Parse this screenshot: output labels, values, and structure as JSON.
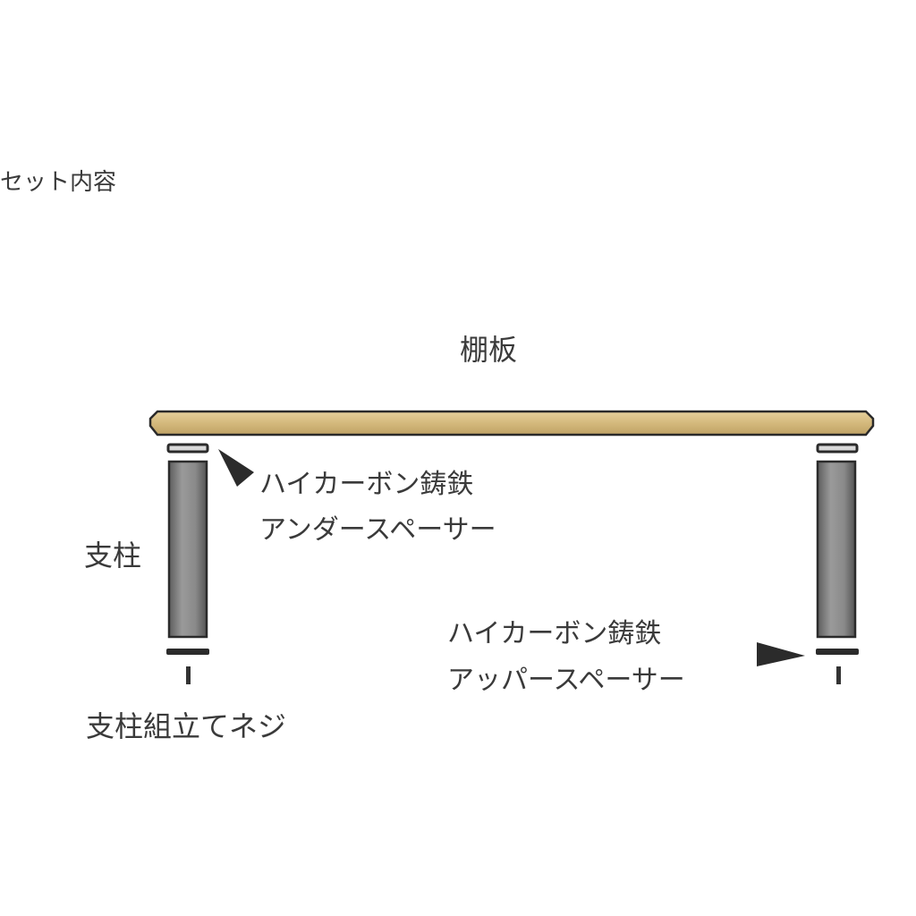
{
  "set_contents_title": "セット内容",
  "parts": {
    "shelf_board": "棚板",
    "pillar": "支柱",
    "under_spacer_line1": "ハイカーボン鋳鉄",
    "under_spacer_line2": "アンダースペーサー",
    "upper_spacer_line1": "ハイカーボン鋳鉄",
    "upper_spacer_line2": "アッパースペーサー",
    "assembly_screw": "支柱組立てネジ"
  },
  "colors": {
    "shelf_wood": "#d9bf85",
    "shelf_outline": "#2a2a2a",
    "pillar_gray": "#8c8c8c",
    "spacer_dark": "#2b2b2b",
    "text": "#3a3a3a"
  }
}
